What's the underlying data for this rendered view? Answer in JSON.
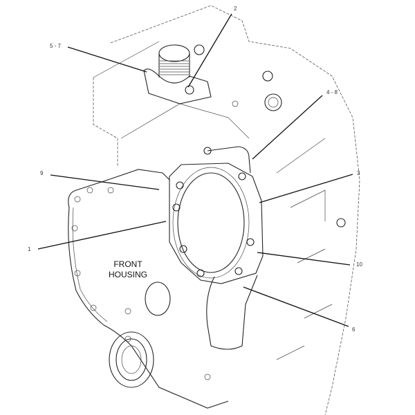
{
  "diagram": {
    "callouts": {
      "c2": "2",
      "c5_7": "5 - 7",
      "c4_8": "4 - 8",
      "c9": "9",
      "c3": "3",
      "c1": "1",
      "c10": "10",
      "c6": "6"
    },
    "housing_label": {
      "line1": "FRONT",
      "line2": "HOUSING"
    }
  }
}
